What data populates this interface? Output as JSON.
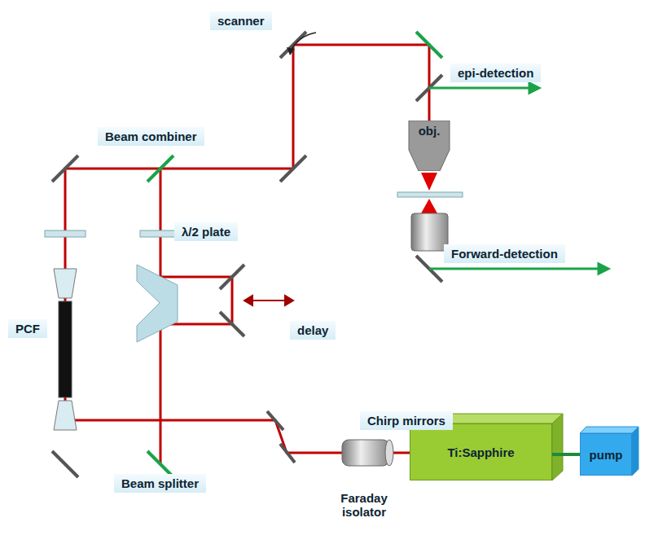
{
  "diagram": {
    "nodes": [
      {
        "text": [
          "obj."
        ]
      },
      {
        "text": [
          "Ti:Sapphire"
        ]
      },
      {
        "text": [
          "pump"
        ]
      }
    ],
    "edges": [
      {
        "from": 1,
        "to": 2,
        "arrow": "none"
      }
    ],
    "labels": [
      "scanner",
      "epi-detection",
      "Beam combiner",
      "λ/2 plate",
      "Forward-detection",
      "PCF",
      "delay",
      "Chirp mirrors",
      "Beam splitter",
      "Faraday isolator"
    ]
  }
}
